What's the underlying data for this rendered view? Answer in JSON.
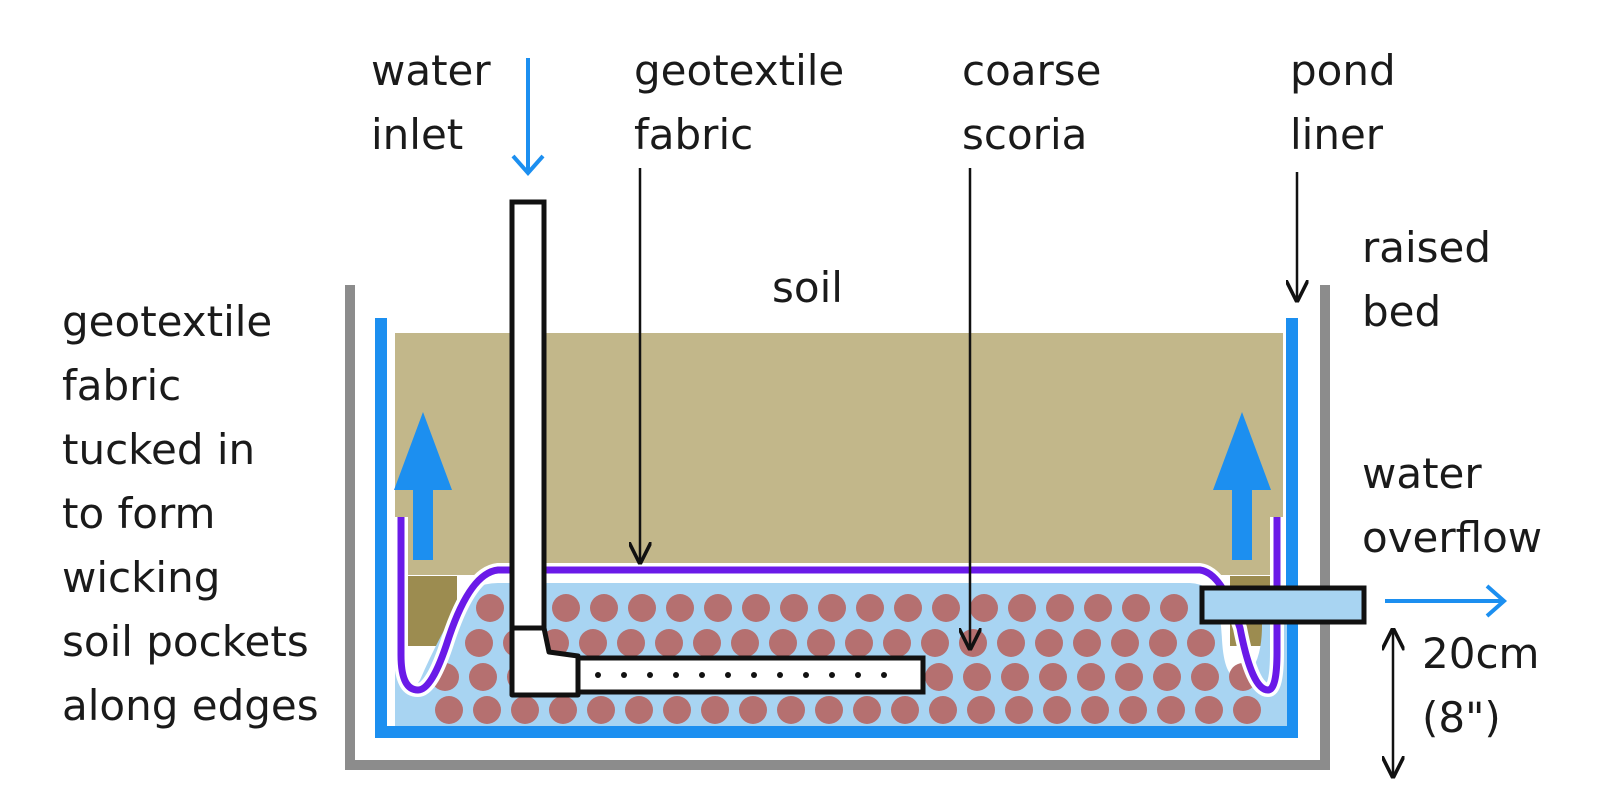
{
  "labels": {
    "water_inlet": [
      "water",
      "inlet"
    ],
    "geotextile_top": [
      "geotextile",
      "fabric"
    ],
    "coarse_scoria": [
      "coarse",
      "scoria"
    ],
    "pond_liner": [
      "pond",
      "liner"
    ],
    "raised_bed": [
      "raised",
      "bed"
    ],
    "soil": "soil",
    "geotextile_left": [
      "geotextile",
      "fabric",
      "tucked in",
      "to form",
      "wicking",
      "soil pockets",
      "along edges"
    ],
    "water_overflow": [
      "water",
      "overflow"
    ],
    "depth": [
      "20cm",
      "(8\")"
    ]
  },
  "colors": {
    "soil": "#c2b78a",
    "soil_dark": "#9c8c50",
    "water": "#a8d4f2",
    "liner": "#1c8ff0",
    "fabric": "#6a1ae8",
    "scoria": "#b57070",
    "wall": "#8c8c8c",
    "arrow": "#1c8ff0"
  }
}
